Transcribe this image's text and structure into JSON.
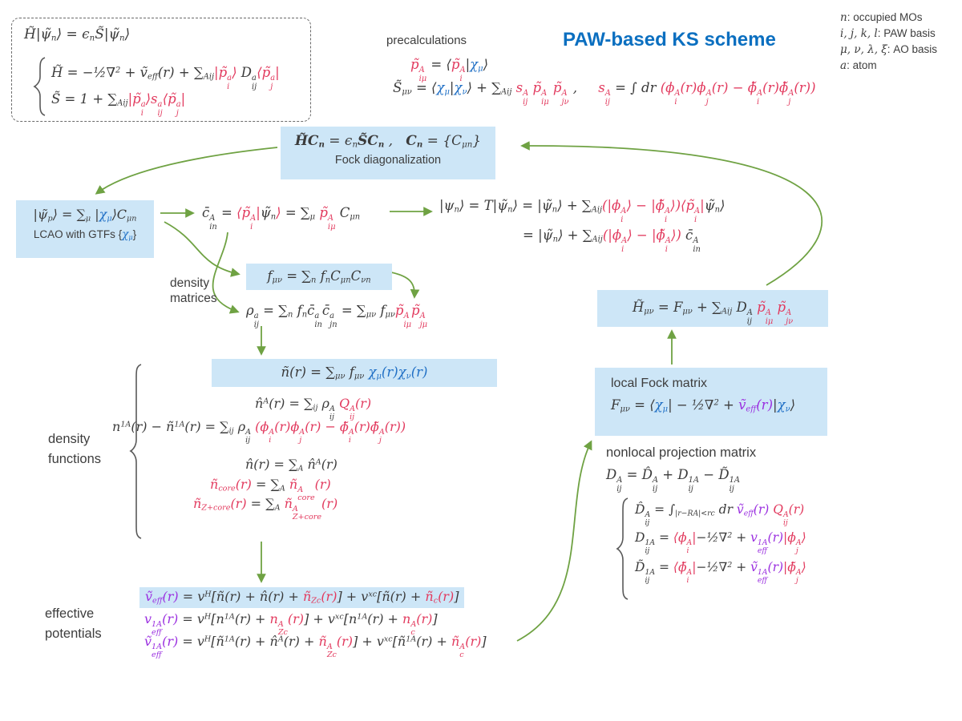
{
  "title": "PAW-based KS scheme",
  "colors": {
    "highlight_box": "#cde6f7",
    "arrow_green": "#6fa243",
    "math_red": "#e23a5e",
    "math_blue": "#1f6fc5",
    "math_purple": "#9b30e0",
    "title_blue": "#0b6fc0"
  },
  "legend": {
    "line1": [
      {
        "t": "n",
        "c": "it"
      },
      {
        "t": ": occupied MOs"
      }
    ],
    "line2": [
      {
        "t": "i, j, k, l",
        "c": "it"
      },
      {
        "t": ": PAW basis"
      }
    ],
    "line3": [
      {
        "t": "μ, ν, λ, ξ",
        "c": "it"
      },
      {
        "t": ": AO basis"
      }
    ],
    "line4": [
      {
        "t": "a",
        "c": "it"
      },
      {
        "t": ": atom"
      }
    ]
  },
  "master_eq": {
    "line1": [
      {
        "t": "H̃|ψ̃"
      },
      {
        "sub": "n"
      },
      {
        "t": "⟩ = ϵ"
      },
      {
        "sub": "n"
      },
      {
        "t": "S̃|ψ̃"
      },
      {
        "sub": "n"
      },
      {
        "t": "⟩"
      }
    ],
    "line2": [
      {
        "t": "H̃ = −½∇"
      },
      {
        "sup": "2"
      },
      {
        "t": " + ṽ"
      },
      {
        "sub": "eff"
      },
      {
        "t": "(r) + ∑"
      },
      {
        "sub": "Aij"
      },
      {
        "t": "|p̃",
        "c": "r"
      },
      {
        "sup": "a",
        "sub": "i",
        "c": "r"
      },
      {
        "t": "⟩",
        "c": "r"
      },
      {
        "t": " D"
      },
      {
        "sup": "a",
        "sub": "ij"
      },
      {
        "t": "⟨p̃",
        "c": "r"
      },
      {
        "sup": "a",
        "sub": "j",
        "c": "r"
      },
      {
        "t": "|",
        "c": "r"
      }
    ],
    "line3": [
      {
        "t": "S̃ = 1 + ∑"
      },
      {
        "sub": "Aij"
      },
      {
        "t": "|p̃",
        "c": "r"
      },
      {
        "sup": "a",
        "sub": "i",
        "c": "r"
      },
      {
        "t": "⟩s",
        "c": "r"
      },
      {
        "sup": "a",
        "sub": "ij",
        "c": "r"
      },
      {
        "t": "⟨p̃",
        "c": "r"
      },
      {
        "sup": "a",
        "sub": "j",
        "c": "r"
      },
      {
        "t": "|",
        "c": "r"
      }
    ]
  },
  "precalc": {
    "label": "precalculations",
    "eq1": [
      {
        "t": "p̃",
        "c": "r"
      },
      {
        "sup": "A",
        "sub": "iμ",
        "c": "r"
      },
      {
        "t": " = ⟨"
      },
      {
        "t": "p̃",
        "c": "r"
      },
      {
        "sup": "A",
        "sub": "i",
        "c": "r"
      },
      {
        "t": "|"
      },
      {
        "t": "χ",
        "c": "b"
      },
      {
        "sub": "μ",
        "c": "b"
      },
      {
        "t": "⟩"
      }
    ],
    "eq2": [
      {
        "t": "S̃"
      },
      {
        "sub": "μν"
      },
      {
        "t": " = ⟨"
      },
      {
        "t": "χ",
        "c": "b"
      },
      {
        "sub": "μ",
        "c": "b"
      },
      {
        "t": "|"
      },
      {
        "t": "χ",
        "c": "b"
      },
      {
        "sub": "ν",
        "c": "b"
      },
      {
        "t": "⟩ + ∑"
      },
      {
        "sub": "Aij"
      },
      {
        "t": " s",
        "c": "r"
      },
      {
        "sup": "A",
        "sub": "ij",
        "c": "r"
      },
      {
        "t": " p̃",
        "c": "r"
      },
      {
        "sup": "A",
        "sub": "iμ",
        "c": "r"
      },
      {
        "t": " p̃",
        "c": "r"
      },
      {
        "sup": "A",
        "sub": "jν",
        "c": "r"
      },
      {
        "t": " ,     "
      },
      {
        "t": "s",
        "c": "r"
      },
      {
        "sup": "A",
        "sub": "ij",
        "c": "r"
      },
      {
        "t": " = ∫ dr "
      },
      {
        "t": "(ϕ",
        "c": "r"
      },
      {
        "sup": "A",
        "sub": "i",
        "c": "r"
      },
      {
        "t": "(r)ϕ",
        "c": "r"
      },
      {
        "sup": "A",
        "sub": "j",
        "c": "r"
      },
      {
        "t": "(r) − ϕ̃",
        "c": "r"
      },
      {
        "sup": "A",
        "sub": "i",
        "c": "r"
      },
      {
        "t": "(r)ϕ̃",
        "c": "r"
      },
      {
        "sup": "A",
        "sub": "j",
        "c": "r"
      },
      {
        "t": "(r))",
        "c": "r"
      }
    ]
  },
  "fock": {
    "eq": [
      {
        "t": "H̃C",
        "c": "bd"
      },
      {
        "sub": "n",
        "c": "bd"
      },
      {
        "t": " = ϵ"
      },
      {
        "sub": "n"
      },
      {
        "t": "S̃C",
        "c": "bd"
      },
      {
        "sub": "n",
        "c": "bd"
      },
      {
        "t": " ,   "
      },
      {
        "t": "C",
        "c": "bd"
      },
      {
        "sub": "n",
        "c": "bd"
      },
      {
        "t": " = {C"
      },
      {
        "sub": "μn"
      },
      {
        "t": "}"
      }
    ],
    "label": "Fock diagonalization"
  },
  "lcao": {
    "eq": [
      {
        "t": "|ψ̃"
      },
      {
        "sub": "p"
      },
      {
        "t": "⟩ = ∑"
      },
      {
        "sub": "μ"
      },
      {
        "t": " |"
      },
      {
        "t": "χ",
        "c": "b"
      },
      {
        "sub": "μ",
        "c": "b"
      },
      {
        "t": "⟩C"
      },
      {
        "sub": "μn"
      }
    ],
    "label": [
      {
        "t": "LCAO with GTFs {"
      },
      {
        "t": "χ",
        "c": "b it"
      },
      {
        "sub": "μ",
        "c": "b it"
      },
      {
        "t": "}"
      }
    ]
  },
  "cbar_eq": [
    {
      "t": "c̄"
    },
    {
      "sup": "A",
      "sub": "in"
    },
    {
      "t": " = "
    },
    {
      "t": "⟨p̃",
      "c": "r"
    },
    {
      "sup": "A",
      "sub": "i",
      "c": "r"
    },
    {
      "t": "|",
      "c": "r"
    },
    {
      "t": "ψ̃"
    },
    {
      "sub": "n"
    },
    {
      "t": "⟩",
      "c": "r"
    },
    {
      "t": " = ∑"
    },
    {
      "sub": "μ"
    },
    {
      "t": " p̃",
      "c": "r"
    },
    {
      "sup": "A",
      "sub": "iμ",
      "c": "r"
    },
    {
      "t": " C"
    },
    {
      "sub": "μn"
    }
  ],
  "psi_eq": {
    "line1": [
      {
        "t": "|ψ"
      },
      {
        "sub": "n"
      },
      {
        "t": "⟩ = T|ψ̃"
      },
      {
        "sub": "n"
      },
      {
        "t": "⟩ = |ψ̃"
      },
      {
        "sub": "n"
      },
      {
        "t": "⟩ + ∑"
      },
      {
        "sub": "Aij"
      },
      {
        "t": "(|ϕ",
        "c": "r"
      },
      {
        "sup": "A",
        "sub": "i",
        "c": "r"
      },
      {
        "t": "⟩ − |ϕ̃",
        "c": "r"
      },
      {
        "sup": "A",
        "sub": "i",
        "c": "r"
      },
      {
        "t": "⟩)",
        "c": "r"
      },
      {
        "t": "⟨p̃",
        "c": "r"
      },
      {
        "sup": "A",
        "sub": "i",
        "c": "r"
      },
      {
        "t": "|",
        "c": "r"
      },
      {
        "t": "ψ̃"
      },
      {
        "sub": "n"
      },
      {
        "t": "⟩"
      }
    ],
    "line2": [
      {
        "t": "= |ψ̃"
      },
      {
        "sub": "n"
      },
      {
        "t": "⟩ + ∑"
      },
      {
        "sub": "Aij"
      },
      {
        "t": "(|ϕ",
        "c": "r"
      },
      {
        "sup": "A",
        "sub": "i",
        "c": "r"
      },
      {
        "t": "⟩ − |ϕ̃",
        "c": "r"
      },
      {
        "sup": "A",
        "sub": "i",
        "c": "r"
      },
      {
        "t": "⟩)",
        "c": "r"
      },
      {
        "t": " c̄"
      },
      {
        "sup": "A",
        "sub": "in"
      }
    ]
  },
  "density_matrices": {
    "label_line1": "density",
    "label_line2": "matrices",
    "f_eq": [
      {
        "t": "f"
      },
      {
        "sub": "μν"
      },
      {
        "t": " = ∑"
      },
      {
        "sub": "n"
      },
      {
        "t": " f"
      },
      {
        "sub": "n"
      },
      {
        "t": "C"
      },
      {
        "sub": "μn"
      },
      {
        "t": "C"
      },
      {
        "sub": "νn"
      }
    ],
    "rho_eq": [
      {
        "t": "ρ"
      },
      {
        "sup": "a",
        "sub": "ij"
      },
      {
        "t": " = ∑"
      },
      {
        "sub": "n"
      },
      {
        "t": " f"
      },
      {
        "sub": "n"
      },
      {
        "t": "c̄"
      },
      {
        "sup": "a",
        "sub": "in"
      },
      {
        "t": "c̄"
      },
      {
        "sup": "a",
        "sub": "jn"
      },
      {
        "t": " = ∑"
      },
      {
        "sub": "μν"
      },
      {
        "t": " f"
      },
      {
        "sub": "μν"
      },
      {
        "t": "p̃",
        "c": "r"
      },
      {
        "sup": "A",
        "sub": "iμ",
        "c": "r"
      },
      {
        "t": "p̃",
        "c": "r"
      },
      {
        "sup": "A",
        "sub": "jμ",
        "c": "r"
      }
    ]
  },
  "density_functions": {
    "label_line1": "density",
    "label_line2": "functions",
    "n_box_eq": [
      {
        "t": "ñ(r) = ∑"
      },
      {
        "sub": "μν"
      },
      {
        "t": " f"
      },
      {
        "sub": "μν"
      },
      {
        "t": " "
      },
      {
        "t": "χ",
        "c": "b"
      },
      {
        "sub": "μ",
        "c": "b"
      },
      {
        "t": "(r)",
        "c": "b"
      },
      {
        "t": "χ",
        "c": "b"
      },
      {
        "sub": "ν",
        "c": "b"
      },
      {
        "t": "(r)",
        "c": "b"
      }
    ],
    "eqs": [
      [
        {
          "t": "n̂"
        },
        {
          "sup": "A"
        },
        {
          "t": "(r) = ∑"
        },
        {
          "sub": "ij"
        },
        {
          "t": " ρ"
        },
        {
          "sup": "A",
          "sub": "ij"
        },
        {
          "t": " "
        },
        {
          "t": "Q",
          "c": "r"
        },
        {
          "sup": "A",
          "sub": "ij",
          "c": "r"
        },
        {
          "t": "(r)",
          "c": "r"
        }
      ],
      [
        {
          "t": "n"
        },
        {
          "sup": "1A"
        },
        {
          "t": "(r) − ñ"
        },
        {
          "sup": "1A"
        },
        {
          "t": "(r) = ∑"
        },
        {
          "sub": "ij"
        },
        {
          "t": " ρ"
        },
        {
          "sup": "A",
          "sub": "ij"
        },
        {
          "t": " "
        },
        {
          "t": "(ϕ",
          "c": "r"
        },
        {
          "sup": "A",
          "sub": "i",
          "c": "r"
        },
        {
          "t": "(r)ϕ",
          "c": "r"
        },
        {
          "sup": "A",
          "sub": "j",
          "c": "r"
        },
        {
          "t": "(r) − ϕ̃",
          "c": "r"
        },
        {
          "sup": "A",
          "sub": "i",
          "c": "r"
        },
        {
          "t": "(r)ϕ̃",
          "c": "r"
        },
        {
          "sup": "A",
          "sub": "j",
          "c": "r"
        },
        {
          "t": "(r))",
          "c": "r"
        }
      ],
      [
        {
          "t": "n̂(r) = ∑"
        },
        {
          "sub": "A"
        },
        {
          "t": " n̂"
        },
        {
          "sup": "A"
        },
        {
          "t": "(r)"
        }
      ],
      [
        {
          "t": "ñ",
          "c": "r"
        },
        {
          "sub": "core",
          "c": "r"
        },
        {
          "t": "(r)",
          "c": "r"
        },
        {
          "t": " = ∑"
        },
        {
          "sub": "A"
        },
        {
          "t": " "
        },
        {
          "t": "ñ",
          "c": "r"
        },
        {
          "sup": "A",
          "sub": "core",
          "c": "r"
        },
        {
          "t": "(r)",
          "c": "r"
        }
      ],
      [
        {
          "t": "ñ",
          "c": "r"
        },
        {
          "sub": "Z+core",
          "c": "r"
        },
        {
          "t": "(r)",
          "c": "r"
        },
        {
          "t": " = ∑"
        },
        {
          "sub": "A"
        },
        {
          "t": " "
        },
        {
          "t": "ñ",
          "c": "r"
        },
        {
          "sup": "A",
          "sub": "Z+core",
          "c": "r"
        },
        {
          "t": "(r)",
          "c": "r"
        }
      ]
    ]
  },
  "effective_potentials": {
    "label_line1": "effective",
    "label_line2": "potentials",
    "eq1": [
      {
        "t": "ṽ",
        "c": "p"
      },
      {
        "sub": "eff",
        "c": "p"
      },
      {
        "t": "(r)",
        "c": "p"
      },
      {
        "t": " = v"
      },
      {
        "sup": "H"
      },
      {
        "t": "[ñ(r) + n̂(r) + "
      },
      {
        "t": "ñ",
        "c": "r"
      },
      {
        "sub": "Zc",
        "c": "r"
      },
      {
        "t": "(r)",
        "c": "r"
      },
      {
        "t": "] + v"
      },
      {
        "sup": "xc"
      },
      {
        "t": "[ñ(r) + "
      },
      {
        "t": "ñ",
        "c": "r"
      },
      {
        "sub": "c",
        "c": "r"
      },
      {
        "t": "(r)",
        "c": "r"
      },
      {
        "t": "]"
      }
    ],
    "eq2": [
      {
        "t": "v",
        "c": "p"
      },
      {
        "sup": "1A",
        "sub": "eff",
        "c": "p"
      },
      {
        "t": "(r)",
        "c": "p"
      },
      {
        "t": " = v"
      },
      {
        "sup": "H"
      },
      {
        "t": "[n"
      },
      {
        "sup": "1A"
      },
      {
        "t": "(r) + "
      },
      {
        "t": "n",
        "c": "r"
      },
      {
        "sup": "A",
        "sub": "Zc",
        "c": "r"
      },
      {
        "t": "(r)",
        "c": "r"
      },
      {
        "t": "] + v"
      },
      {
        "sup": "xc"
      },
      {
        "t": "[n"
      },
      {
        "sup": "1A"
      },
      {
        "t": "(r) + "
      },
      {
        "t": "n",
        "c": "r"
      },
      {
        "sup": "A",
        "sub": "c",
        "c": "r"
      },
      {
        "t": "(r)",
        "c": "r"
      },
      {
        "t": "]"
      }
    ],
    "eq3": [
      {
        "t": "ṽ",
        "c": "p"
      },
      {
        "sup": "1A",
        "sub": "eff",
        "c": "p"
      },
      {
        "t": "(r)",
        "c": "p"
      },
      {
        "t": " = v"
      },
      {
        "sup": "H"
      },
      {
        "t": "[ñ"
      },
      {
        "sup": "1A"
      },
      {
        "t": "(r) + n̂"
      },
      {
        "sup": "A"
      },
      {
        "t": "(r) + "
      },
      {
        "t": "ñ",
        "c": "r"
      },
      {
        "sup": "A",
        "sub": "Zc",
        "c": "r"
      },
      {
        "t": "(r)",
        "c": "r"
      },
      {
        "t": "] + v"
      },
      {
        "sup": "xc"
      },
      {
        "t": "[ñ"
      },
      {
        "sup": "1A"
      },
      {
        "t": "(r) + "
      },
      {
        "t": "ñ",
        "c": "r"
      },
      {
        "sup": "A",
        "sub": "c",
        "c": "r"
      },
      {
        "t": "(r)",
        "c": "r"
      },
      {
        "t": "]"
      }
    ]
  },
  "h_matrix_eq": [
    {
      "t": "H̃"
    },
    {
      "sub": "μν"
    },
    {
      "t": " = F"
    },
    {
      "sub": "μν"
    },
    {
      "t": " + ∑"
    },
    {
      "sub": "Aij"
    },
    {
      "t": " D"
    },
    {
      "sup": "A",
      "sub": "ij"
    },
    {
      "t": " "
    },
    {
      "t": "p̃",
      "c": "r"
    },
    {
      "sup": "A",
      "sub": "iμ",
      "c": "r"
    },
    {
      "t": " p̃",
      "c": "r"
    },
    {
      "sup": "A",
      "sub": "jν",
      "c": "r"
    }
  ],
  "local_fock": {
    "label": "local Fock matrix",
    "eq": [
      {
        "t": "F"
      },
      {
        "sub": "μν"
      },
      {
        "t": " = ⟨"
      },
      {
        "t": "χ",
        "c": "b"
      },
      {
        "sub": "μ",
        "c": "b"
      },
      {
        "t": "| − ½∇"
      },
      {
        "sup": "2"
      },
      {
        "t": " + "
      },
      {
        "t": "ṽ",
        "c": "p"
      },
      {
        "sub": "eff",
        "c": "p"
      },
      {
        "t": "(r)",
        "c": "p"
      },
      {
        "t": "|"
      },
      {
        "t": "χ",
        "c": "b"
      },
      {
        "sub": "ν",
        "c": "b"
      },
      {
        "t": "⟩"
      }
    ]
  },
  "nonlocal": {
    "label": "nonlocal projection matrix",
    "eq": [
      {
        "t": "D"
      },
      {
        "sup": "A",
        "sub": "ij"
      },
      {
        "t": " = D̂"
      },
      {
        "sup": "A",
        "sub": "ij"
      },
      {
        "t": " + D"
      },
      {
        "sup": "1A",
        "sub": "ij"
      },
      {
        "t": " − D̃"
      },
      {
        "sup": "1A",
        "sub": "ij"
      }
    ],
    "eqs": [
      [
        {
          "t": "D̂"
        },
        {
          "sup": "A",
          "sub": "ij"
        },
        {
          "t": " = ∫"
        },
        {
          "sub": "|r−RA|<rc"
        },
        {
          "t": " dr "
        },
        {
          "t": "ṽ",
          "c": "p"
        },
        {
          "sub": "eff",
          "c": "p"
        },
        {
          "t": "(r)",
          "c": "p"
        },
        {
          "t": " "
        },
        {
          "t": "Q",
          "c": "r"
        },
        {
          "sup": "A",
          "sub": "ij",
          "c": "r"
        },
        {
          "t": "(r)",
          "c": "r"
        }
      ],
      [
        {
          "t": "D"
        },
        {
          "sup": "1A",
          "sub": "ij"
        },
        {
          "t": " = "
        },
        {
          "t": "⟨ϕ",
          "c": "r"
        },
        {
          "sup": "A",
          "sub": "i",
          "c": "r"
        },
        {
          "t": "|",
          "c": "r"
        },
        {
          "t": "−½∇"
        },
        {
          "sup": "2"
        },
        {
          "t": " + "
        },
        {
          "t": "v",
          "c": "p"
        },
        {
          "sup": "1A",
          "sub": "eff",
          "c": "p"
        },
        {
          "t": "(r)",
          "c": "p"
        },
        {
          "t": "|",
          "c": "r"
        },
        {
          "t": "ϕ",
          "c": "r"
        },
        {
          "sup": "A",
          "sub": "j",
          "c": "r"
        },
        {
          "t": "⟩",
          "c": "r"
        }
      ],
      [
        {
          "t": "D̃"
        },
        {
          "sup": "1A",
          "sub": "ij"
        },
        {
          "t": " = "
        },
        {
          "t": "⟨ϕ̃",
          "c": "r"
        },
        {
          "sup": "A",
          "sub": "i",
          "c": "r"
        },
        {
          "t": "|",
          "c": "r"
        },
        {
          "t": "−½∇"
        },
        {
          "sup": "2"
        },
        {
          "t": " + "
        },
        {
          "t": "ṽ",
          "c": "p"
        },
        {
          "sup": "1A",
          "sub": "eff",
          "c": "p"
        },
        {
          "t": "(r)",
          "c": "p"
        },
        {
          "t": "|",
          "c": "r"
        },
        {
          "t": "ϕ̃",
          "c": "r"
        },
        {
          "sup": "A",
          "sub": "j",
          "c": "r"
        },
        {
          "t": "⟩",
          "c": "r"
        }
      ]
    ]
  }
}
